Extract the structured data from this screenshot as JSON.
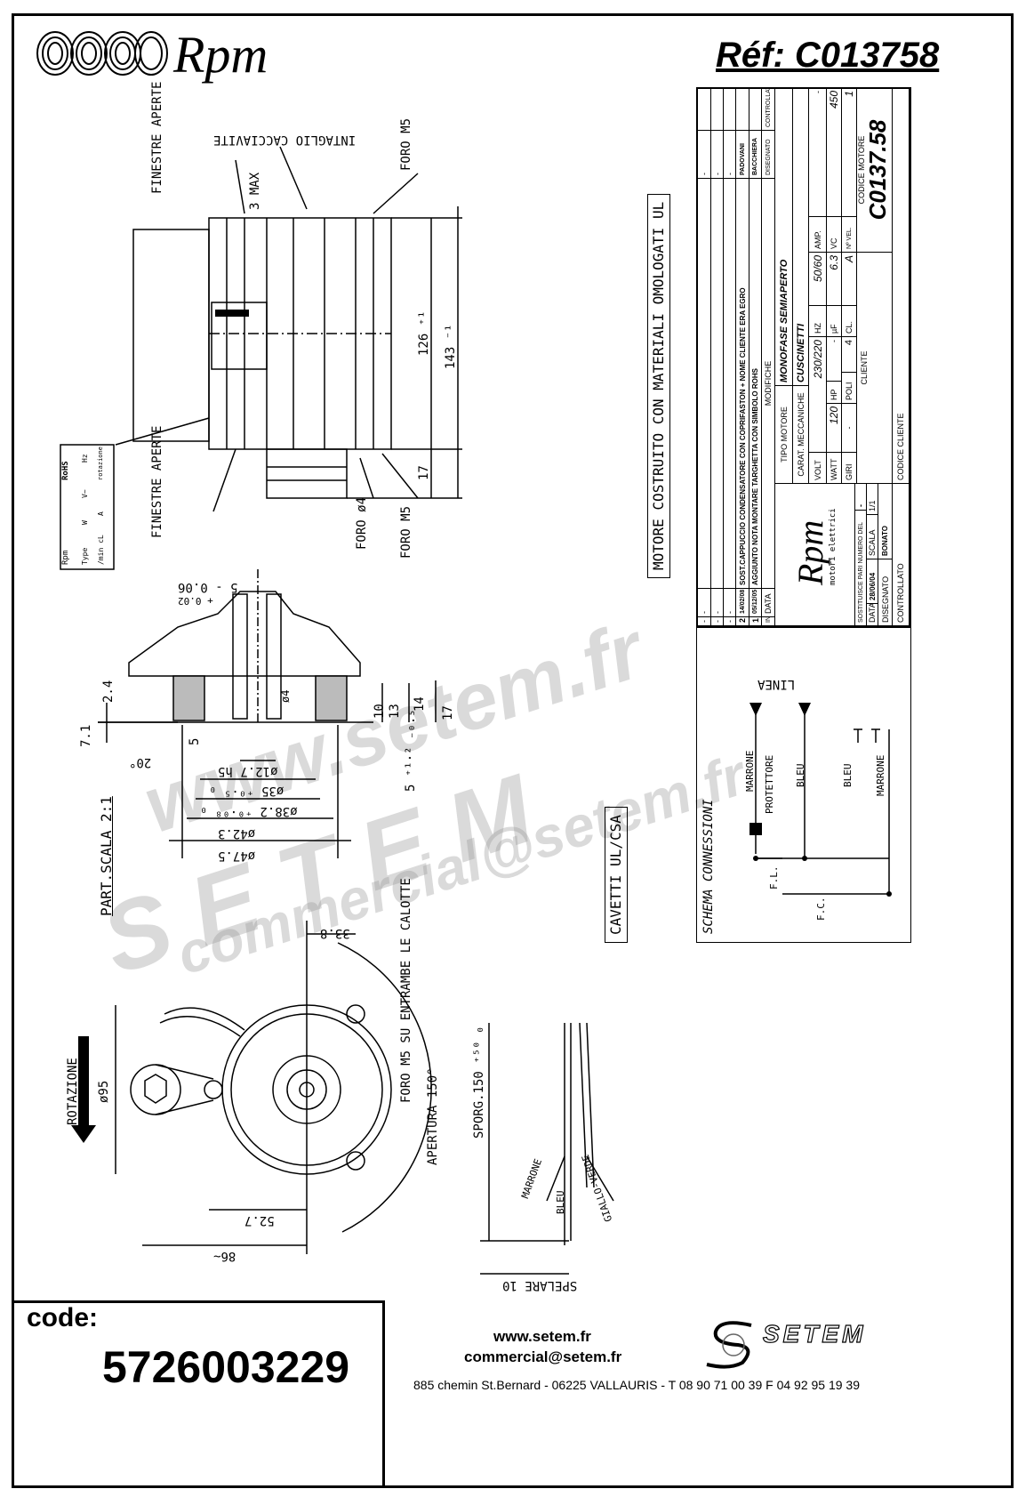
{
  "header": {
    "logo_text": "Rpm",
    "reference": "Réf:  C013758"
  },
  "notes": {
    "materials": "MOTORE COSTRUITO CON MATERIALI OMOLOGATI UL",
    "cables": "CAVETTI UL/CSA",
    "part_scale": "PART.SCALA 2:1"
  },
  "side_view": {
    "windows_top": "FINESTRE APERTE",
    "windows_bottom": "FINESTRE APERTE",
    "screwdriver_slot": "INTAGLIO CACCIAVITE",
    "max3": "3 MAX",
    "hole_m5_top": "FORO M5",
    "hole_m5_bottom": "FORO M5",
    "hole_4": "FORO ø4",
    "dim_126": "126 ⁺¹",
    "dim_143": "143 ⁻¹",
    "dim_17": "17"
  },
  "nameplate": {
    "rohs": "RoHS",
    "brand": "Rpm",
    "type": "Type",
    "w": "W",
    "rpm": "/min cL",
    "v": "V~",
    "hz": "Hz",
    "a": "A",
    "rotation": "rotazione"
  },
  "section": {
    "d5": "5 - 0.06",
    "d5_tol": "+ 0.02",
    "d71": "7.1",
    "d24": "2.4",
    "angle": "20°",
    "d4": "ø4",
    "s5": "5",
    "d10": "10",
    "d13": "13",
    "d14": "14",
    "d17": "17",
    "d5b": "5 ⁺¹·² ₋₀.₅",
    "d127": "ø12.7 h5",
    "d35": "ø35 ⁺⁰·⁵ ₀",
    "d382": "ø38.2 ⁺⁰·⁰⁸ ₀",
    "d423": "ø42.3",
    "d475": "ø47.5"
  },
  "front_view": {
    "d338": "33.8",
    "holes": "FORO M5 SU ENTRAMBE LE CALOTTE",
    "opening": "APERTURA 150°",
    "rotation": "ROTAZIONE",
    "d95": "ø95",
    "d527": "52.7",
    "d86": "86~"
  },
  "wires": {
    "protrusion": "SPORG.150 ⁺⁵⁰ ₀",
    "strip": "SPELARE 10",
    "brown": "MARRONE",
    "blue": "BLEU",
    "yellow_green": "GIALLO-VERDE"
  },
  "schema": {
    "title": "SCHEMA CONNESSIONI",
    "line": "LINEA",
    "brown1": "MARRONE",
    "protector": "PROTETTORE",
    "blue1": "BLEU",
    "blue2": "BLEU",
    "brown2": "MARRONE",
    "fl": "F.L.",
    "fc": "F.C."
  },
  "title_block": {
    "revisions": [
      {
        "ind": "-",
        "data": "-",
        "modifiche": "",
        "disegnato": "-",
        "controllato": ""
      },
      {
        "ind": "-",
        "data": "-",
        "modifiche": "",
        "disegnato": "-",
        "controllato": ""
      },
      {
        "ind": "-",
        "data": "-",
        "modifiche": "",
        "disegnato": "-",
        "controllato": ""
      },
      {
        "ind": "2",
        "data": "14/02/08",
        "modifiche": "SOST.CAPPUCCIO CONDENSATORE CON COPRIFASTON + NOME CLIENTE ERA EGRO",
        "disegnato": "PADOVANI",
        "controllato": ""
      },
      {
        "ind": "1",
        "data": "05/12/05",
        "modifiche": "AGGIUNTO NOTA MONTARE TARGHETTA CON SIMBOLO ROHS",
        "disegnato": "BACCHIERA",
        "controllato": ""
      }
    ],
    "headers": {
      "ind": "IND",
      "data": "DATA",
      "modifiche": "MODIFICHE",
      "disegnato": "DISEGNATO",
      "controllato": "CONTROLLATO"
    },
    "brand": "Rpm",
    "brand_sub": "motori elettrici",
    "replaces_label": "SOSTITUISCE PARI NUMERO DEL",
    "replaces_value": "-",
    "date_label": "DATA",
    "date_value": "28/06/04",
    "scale_label": "SCALA",
    "scale_value": "1/1",
    "drawn_label": "DISEGNATO",
    "drawn_value": "BONATO",
    "checked_label": "CONTROLLATO",
    "motor_type_label": "TIPO MOTORE",
    "motor_type_value": "MONOFASE SEMIAPERTO",
    "mech_label": "CARAT. MECCANICHE",
    "mech_value": "CUSCINETTI",
    "volt_label": "VOLT",
    "volt_value": "230/220",
    "hz_label": "HZ",
    "hz_value": "50/60",
    "amp_label": "AMP.",
    "amp_value": "-",
    "watt_label": "WATT",
    "watt_value": "120",
    "hp_label": "HP",
    "hp_value": "-",
    "uf_label": "µF",
    "uf_value": "6.3",
    "vc_label": "VC",
    "vc_value": "450",
    "giri_label": "GIRI",
    "giri_value": "-",
    "poli_label": "POLI",
    "poli_value": "4",
    "cl_label": "CL.",
    "cl_value": "A",
    "vel_label": "Nº VEL.",
    "vel_value": "1",
    "client_label": "CLIENTE",
    "motor_code_label": "CODICE MOTORE",
    "motor_code_value": "C0137.58",
    "client_code_label": "CODICE CLIENTE"
  },
  "watermark": {
    "site": "www.setem.fr",
    "brand": "SETEM",
    "email": "commercial@setem.fr"
  },
  "footer": {
    "code_label": "code:",
    "code_value": "5726003229",
    "website": "www.setem.fr",
    "email": "commercial@setem.fr",
    "address": "885 chemin St.Bernard  -  06225 VALLAURIS  -  T 08 90 71 00 39   F 04 92 95 19 39",
    "brand": "SETEM"
  }
}
